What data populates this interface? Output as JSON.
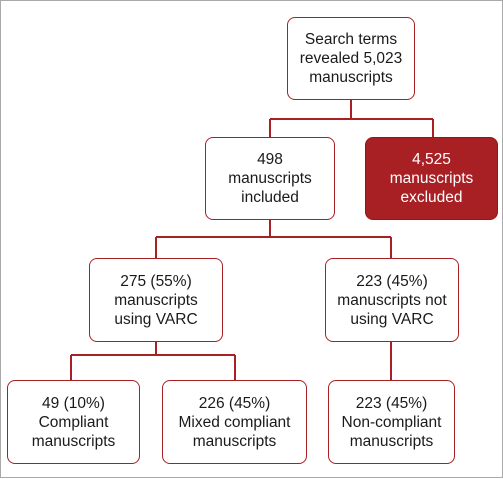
{
  "colors": {
    "accent": "#a81f24",
    "text": "#1a1a1a",
    "filled_text": "#ffffff",
    "frame": "#a9a9a9"
  },
  "nodes": {
    "search": {
      "lines": [
        "Search terms",
        "revealed 5,023",
        "manuscripts"
      ]
    },
    "included": {
      "lines": [
        "498",
        "manuscripts",
        "included"
      ]
    },
    "excluded": {
      "lines": [
        "4,525",
        "manuscripts",
        "excluded"
      ]
    },
    "varc": {
      "lines": [
        "275 (55%)",
        "manuscripts",
        "using VARC"
      ]
    },
    "not_varc": {
      "lines": [
        "223 (45%)",
        "manuscripts not",
        "using VARC"
      ]
    },
    "compliant": {
      "lines": [
        "49 (10%)",
        "Compliant",
        "manuscripts"
      ]
    },
    "mixed": {
      "lines": [
        "226 (45%)",
        "Mixed compliant",
        "manuscripts"
      ]
    },
    "non_compliant": {
      "lines": [
        "223 (45%)",
        "Non-compliant",
        "manuscripts"
      ]
    }
  }
}
